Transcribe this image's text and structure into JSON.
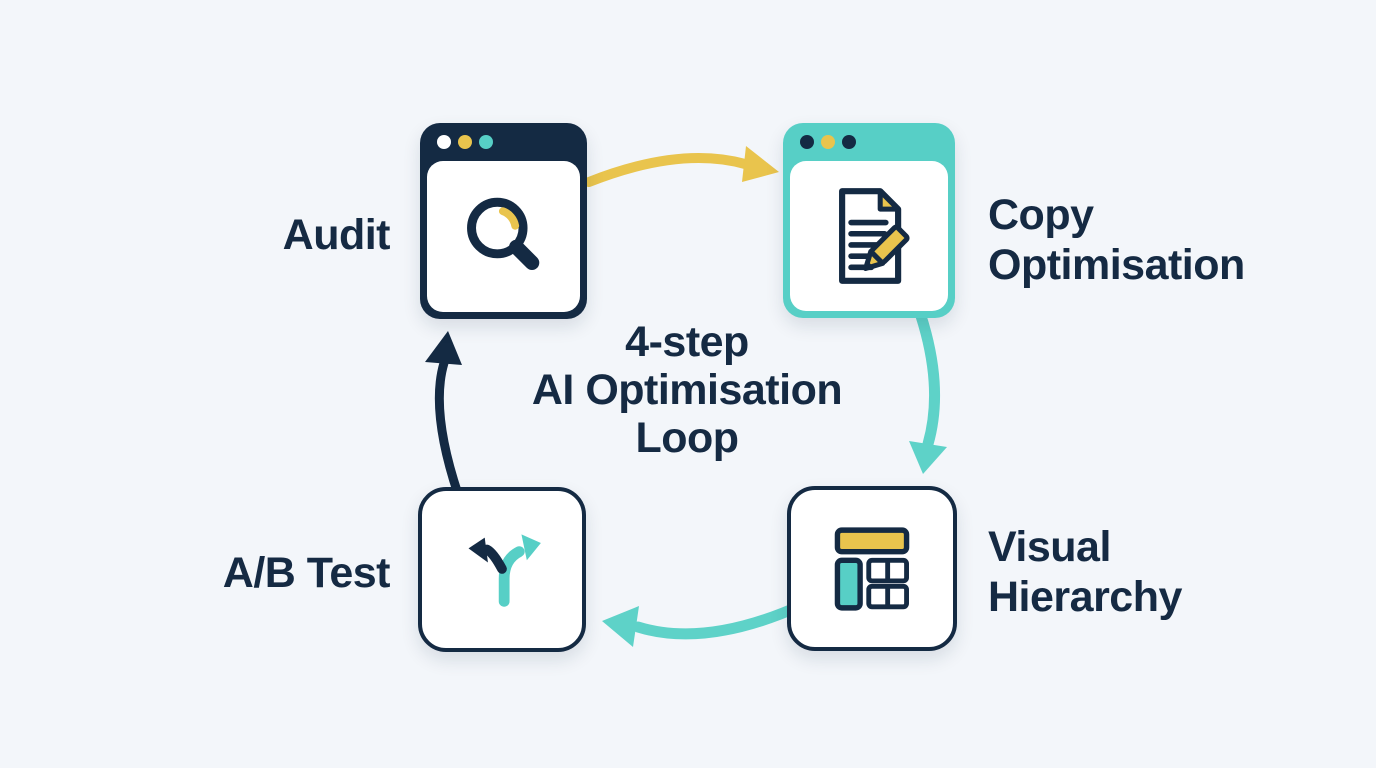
{
  "title": {
    "line1": "4-step",
    "line2": "AI Optimisation",
    "line3": "Loop"
  },
  "steps": [
    {
      "name": "audit",
      "label": "Audit",
      "icon": "magnifier-icon",
      "card_style": "browser-window",
      "header_color": "#142A43",
      "dots": [
        "#FFFFFF",
        "#E9C44D",
        "#57CFC6"
      ]
    },
    {
      "name": "copy-optimisation",
      "label": "Copy\nOptimisation",
      "icon": "document-pencil-icon",
      "card_style": "browser-window",
      "header_color": "#57CFC6",
      "dots": [
        "#142A43",
        "#E9C44D",
        "#142A43"
      ]
    },
    {
      "name": "visual-hierarchy",
      "label": "Visual\nHierarchy",
      "icon": "layout-blocks-icon",
      "card_style": "rounded-square"
    },
    {
      "name": "ab-test",
      "label": "A/B Test",
      "icon": "split-arrows-icon",
      "card_style": "rounded-square"
    }
  ],
  "arrows": [
    {
      "name": "audit-to-copy-optimisation",
      "color": "#E9C44D"
    },
    {
      "name": "copy-optimisation-to-visual-hierarchy",
      "color": "#5ED2C8"
    },
    {
      "name": "visual-hierarchy-to-ab-test",
      "color": "#5ED2C8"
    },
    {
      "name": "ab-test-to-audit",
      "color": "#142A43"
    }
  ],
  "colors": {
    "background": "#F3F6FA",
    "navy": "#142A43",
    "teal": "#57CFC6",
    "yellow": "#E9C44D",
    "card": "#FFFFFF",
    "text": "#152A43"
  }
}
